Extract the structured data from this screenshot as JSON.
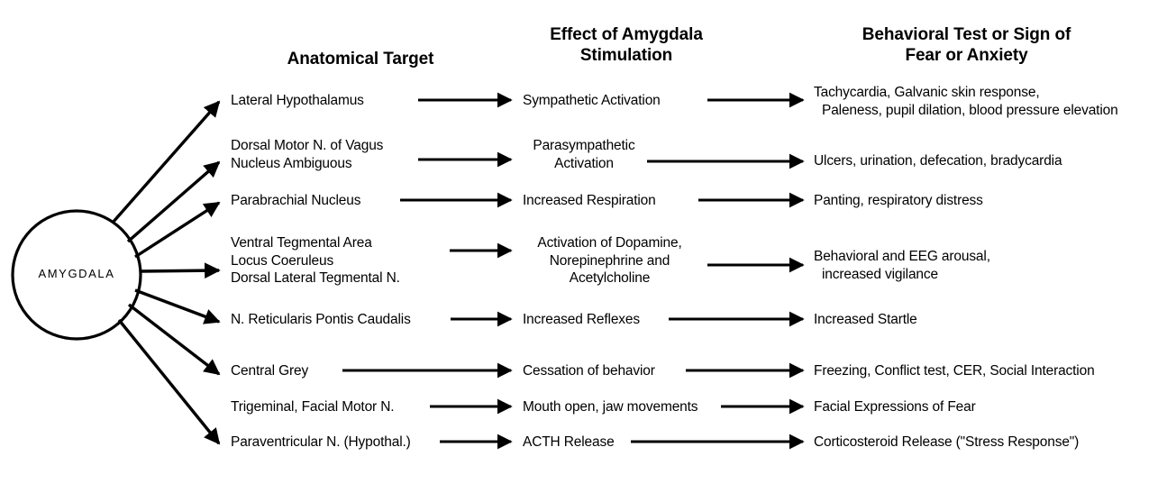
{
  "diagram": {
    "title_node": "AMYGDALA",
    "headers": {
      "col1": "Anatomical Target",
      "col2_line1": "Effect of Amygdala",
      "col2_line2": "Stimulation",
      "col3_line1": "Behavioral Test or Sign of",
      "col3_line2": "Fear or Anxiety"
    },
    "rows": [
      {
        "target": "Lateral Hypothalamus",
        "effect": "Sympathetic Activation",
        "behavior_line1": "Tachycardia, Galvanic skin response,",
        "behavior_line2": "Paleness, pupil dilation, blood pressure elevation"
      },
      {
        "target_line1": "Dorsal Motor N. of Vagus",
        "target_line2": "Nucleus Ambiguous",
        "effect_line1": "Parasympathetic",
        "effect_line2": "Activation",
        "behavior": "Ulcers, urination, defecation, bradycardia"
      },
      {
        "target": "Parabrachial Nucleus",
        "effect": "Increased Respiration",
        "behavior": "Panting, respiratory distress"
      },
      {
        "target_line1": "Ventral Tegmental Area",
        "target_line2": "Locus Coeruleus",
        "target_line3": "Dorsal Lateral Tegmental N.",
        "effect_line1": "Activation of Dopamine,",
        "effect_line2": "Norepinephrine and",
        "effect_line3": "Acetylcholine",
        "behavior_line1": "Behavioral and EEG arousal,",
        "behavior_line2": "increased vigilance"
      },
      {
        "target": "N. Reticularis Pontis Caudalis",
        "effect": "Increased Reflexes",
        "behavior": "Increased Startle"
      },
      {
        "target": "Central Grey",
        "effect": "Cessation of behavior",
        "behavior": "Freezing, Conflict test, CER, Social Interaction"
      },
      {
        "target": "Trigeminal, Facial Motor N.",
        "effect": "Mouth open, jaw movements",
        "behavior": "Facial Expressions of Fear"
      },
      {
        "target": "Paraventricular N. (Hypothal.)",
        "effect": "ACTH Release",
        "behavior": "Corticosteroid Release (\"Stress Response\")"
      }
    ],
    "colors": {
      "ink": "#000000",
      "background": "#ffffff"
    }
  }
}
